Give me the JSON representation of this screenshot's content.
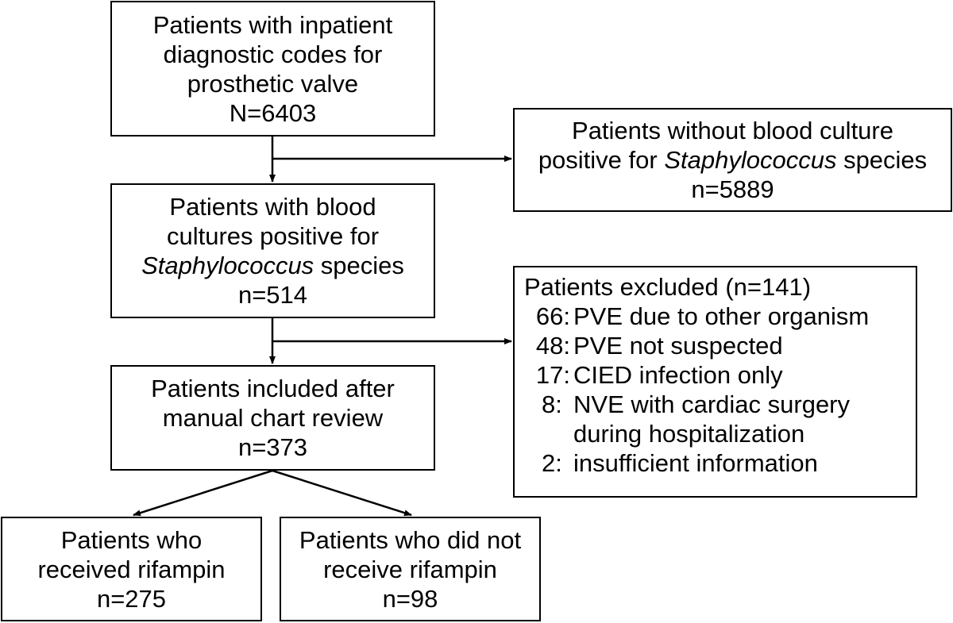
{
  "boxes": {
    "codes": {
      "lines": [
        "Patients with inpatient",
        "diagnostic codes for",
        "prosthetic valve"
      ],
      "count": "N=6403"
    },
    "no_staph": {
      "line1": "Patients without blood culture",
      "line2_pre": "positive for ",
      "line2_italic": "Staphylococcus",
      "line2_post": " species",
      "count": "n=5889"
    },
    "staph": {
      "line1": "Patients with blood",
      "line2": "cultures positive for",
      "line3_italic": "Staphylococcus",
      "line3_post": " species",
      "count": "n=514"
    },
    "excluded": {
      "heading": "Patients excluded (n=141)",
      "items": [
        {
          "num": "66:",
          "text": "PVE due to other organism"
        },
        {
          "num": "48:",
          "text": "PVE not suspected"
        },
        {
          "num": "17:",
          "text": "CIED infection only"
        },
        {
          "num": "8:",
          "text": "NVE with cardiac surgery",
          "continuation": "during hospitalization"
        },
        {
          "num": "2:",
          "text": "insufficient information"
        }
      ]
    },
    "included": {
      "lines": [
        "Patients included after",
        "manual chart review"
      ],
      "count": "n=373"
    },
    "rifampin": {
      "lines": [
        "Patients who",
        "received rifampin"
      ],
      "count": "n=275"
    },
    "no_rifampin": {
      "lines": [
        "Patients who did not",
        "receive rifampin"
      ],
      "count": "n=98"
    }
  }
}
